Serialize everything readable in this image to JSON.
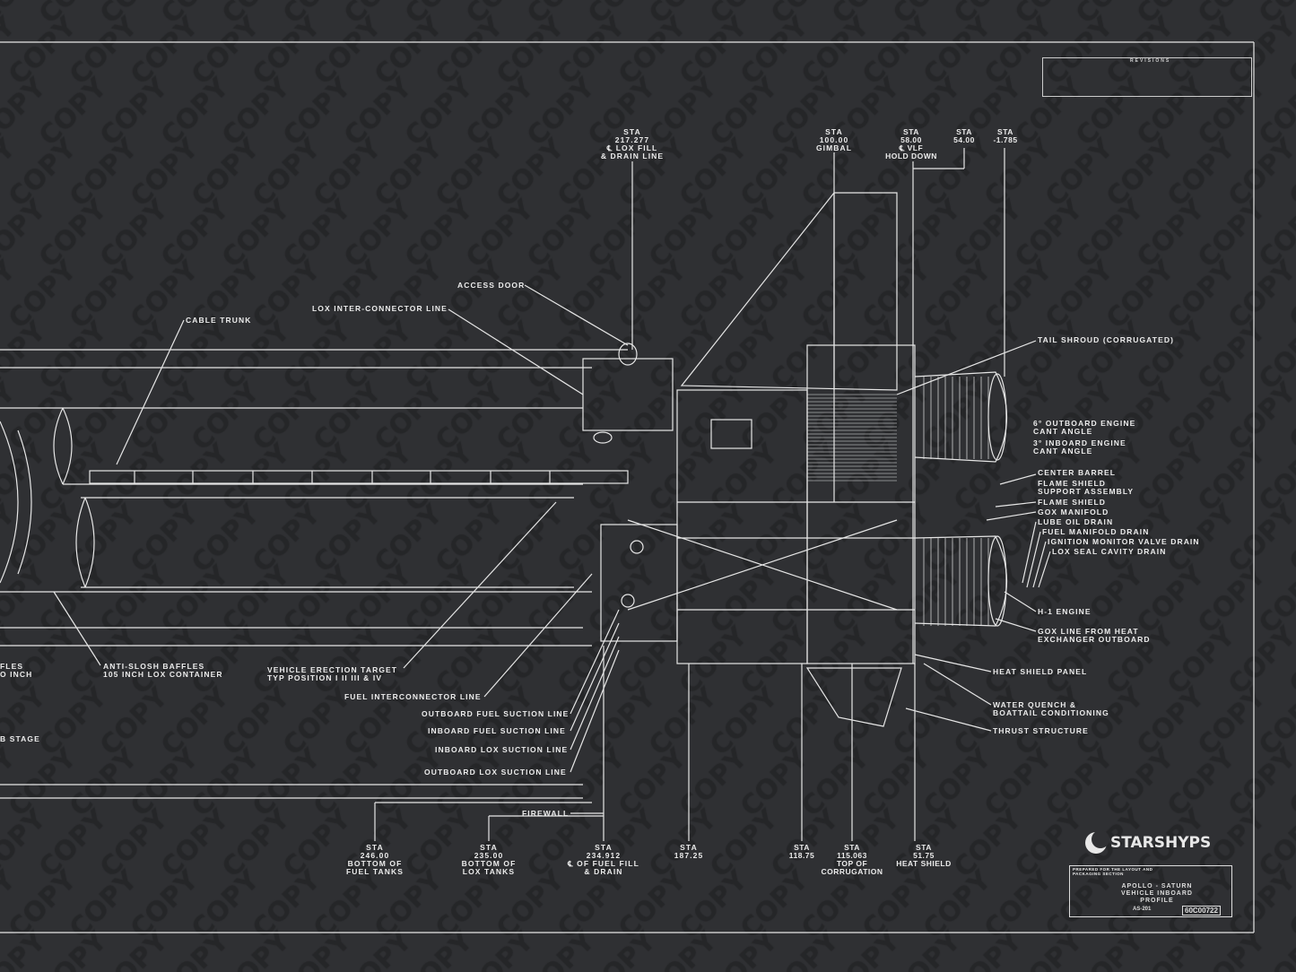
{
  "watermark": "COPY",
  "colors": {
    "background": "#2f3033",
    "line": "#e6e6e6",
    "watermark": "#252628"
  },
  "revision_block": {
    "header": "REVISIONS"
  },
  "stations_top": [
    {
      "text": "STA\n217.277\n℄ LOX FILL\n& DRAIN LINE"
    },
    {
      "text": "STA\n100.00\nGIMBAL"
    },
    {
      "text": "STA\n58.00\n℄ VLF\nHOLD DOWN"
    },
    {
      "text": "STA\n54.00"
    },
    {
      "text": "STA\n-1.785"
    }
  ],
  "stations_bottom": [
    {
      "text": "STA\n246.00\nBOTTOM OF\nFUEL TANKS"
    },
    {
      "text": "STA\n235.00\nBOTTOM OF\nLOX TANKS"
    },
    {
      "text": "STA\n234.912\n℄ OF FUEL FILL\n& DRAIN"
    },
    {
      "text": "STA\n187.25"
    },
    {
      "text": "STA\n118.75"
    },
    {
      "text": "STA\n115.063\nTOP OF\nCORRUGATION"
    },
    {
      "text": "STA\n51.75\nHEAT SHIELD"
    }
  ],
  "callouts_left": {
    "cable_trunk": "CABLE TRUNK",
    "lox_interconnector": "LOX INTER-CONNECTOR LINE",
    "access_door": "ACCESS DOOR",
    "baffles_partial": "FLES\nO INCH",
    "anti_slosh": "ANTI-SLOSH BAFFLES\n105 INCH LOX CONTAINER",
    "stage_partial": "B STAGE",
    "erection_target": "VEHICLE ERECTION TARGET\nTYP POSITION I II III & IV",
    "fuel_interconnector": "FUEL INTERCONNECTOR LINE",
    "outboard_fuel_suction": "OUTBOARD FUEL SUCTION LINE",
    "inboard_fuel_suction": "INBOARD FUEL SUCTION LINE",
    "inboard_lox_suction": "INBOARD LOX SUCTION LINE",
    "outboard_lox_suction": "OUTBOARD LOX SUCTION LINE",
    "firewall": "FIREWALL"
  },
  "callouts_right": {
    "tail_shroud": "TAIL SHROUD (CORRUGATED)",
    "outboard_cant": "6° OUTBOARD ENGINE\n   CANT ANGLE",
    "inboard_cant": "3° INBOARD ENGINE\n   CANT ANGLE",
    "center_barrel": "CENTER BARREL",
    "flame_shield_support": "FLAME SHIELD\nSUPPORT ASSEMBLY",
    "flame_shield": "FLAME SHIELD",
    "gox_manifold": "GOX MANIFOLD",
    "lube_oil_drain": "LUBE OIL DRAIN",
    "fuel_manifold_drain": "FUEL MANIFOLD DRAIN",
    "ignition_monitor": "IGNITION MONITOR VALVE DRAIN",
    "lox_seal": "LOX SEAL CAVITY DRAIN",
    "h1_engine": "H-1 ENGINE",
    "gox_line": "GOX LINE FROM HEAT\nEXCHANGER OUTBOARD",
    "heat_shield_panel": "HEAT SHIELD PANEL",
    "water_quench": "WATER QUENCH &\nBOATTAIL CONDITIONING",
    "thrust_structure": "THRUST STRUCTURE"
  },
  "logo": {
    "text": "STARSHYPS"
  },
  "title_block": {
    "prepared": "PREPARED FOR THE LAYOUT AND PACKAGING SECTION",
    "title": "APOLLO - SATURN\nVEHICLE INBOARD\nPROFILE",
    "sub": "AS-201",
    "number": "60C00722"
  }
}
